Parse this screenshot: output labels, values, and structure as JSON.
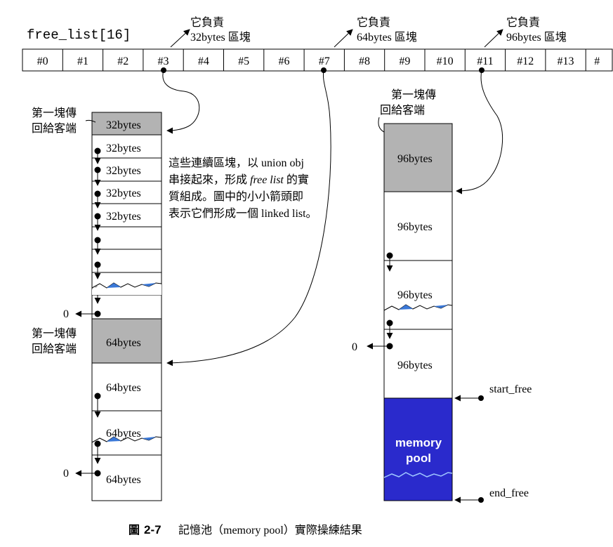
{
  "array_label": "free_list[16]",
  "slots": [
    "#0",
    "#1",
    "#2",
    "#3",
    "#4",
    "#5",
    "#6",
    "#7",
    "#8",
    "#9",
    "#10",
    "#11",
    "#12",
    "#13",
    "#"
  ],
  "slot_notes": [
    {
      "line1": "它負責",
      "line2": "32bytes 區塊"
    },
    {
      "line1": "它負責",
      "line2": "64bytes 區塊"
    },
    {
      "line1": "它負責",
      "line2": "96bytes 區塊"
    }
  ],
  "first_block_label": [
    "第一塊傳",
    "回給客端"
  ],
  "col32": {
    "blocks": [
      "32bytes",
      "32bytes",
      "32bytes",
      "32bytes",
      "32bytes"
    ],
    "null_label": "0"
  },
  "col64": {
    "blocks": [
      "64bytes",
      "64bytes",
      "64bytes",
      "64bytes"
    ],
    "null_label": "0"
  },
  "col96": {
    "blocks": [
      "96bytes",
      "96bytes",
      "96bytes",
      "96bytes"
    ],
    "null_label": "0"
  },
  "explanation": {
    "line1": "這些連續區塊，以 union obj",
    "line2_a": "串接起來，形成 ",
    "line2_b": "free list",
    "line2_c": " 的實",
    "line3": "質組成。圖中的小小箭頭即",
    "line4": "表示它們形成一個 linked list。"
  },
  "pool": {
    "label1": "memory",
    "label2": "pool"
  },
  "pointers": {
    "start": "start_free",
    "end": "end_free"
  },
  "caption": {
    "prefix": "圖",
    "number": "2-7",
    "text": "記憶池（memory pool）實際操練結果"
  },
  "colors": {
    "gray": "#b3b3b3",
    "pool": "#2a2acc",
    "wave": "#3a78d8"
  }
}
